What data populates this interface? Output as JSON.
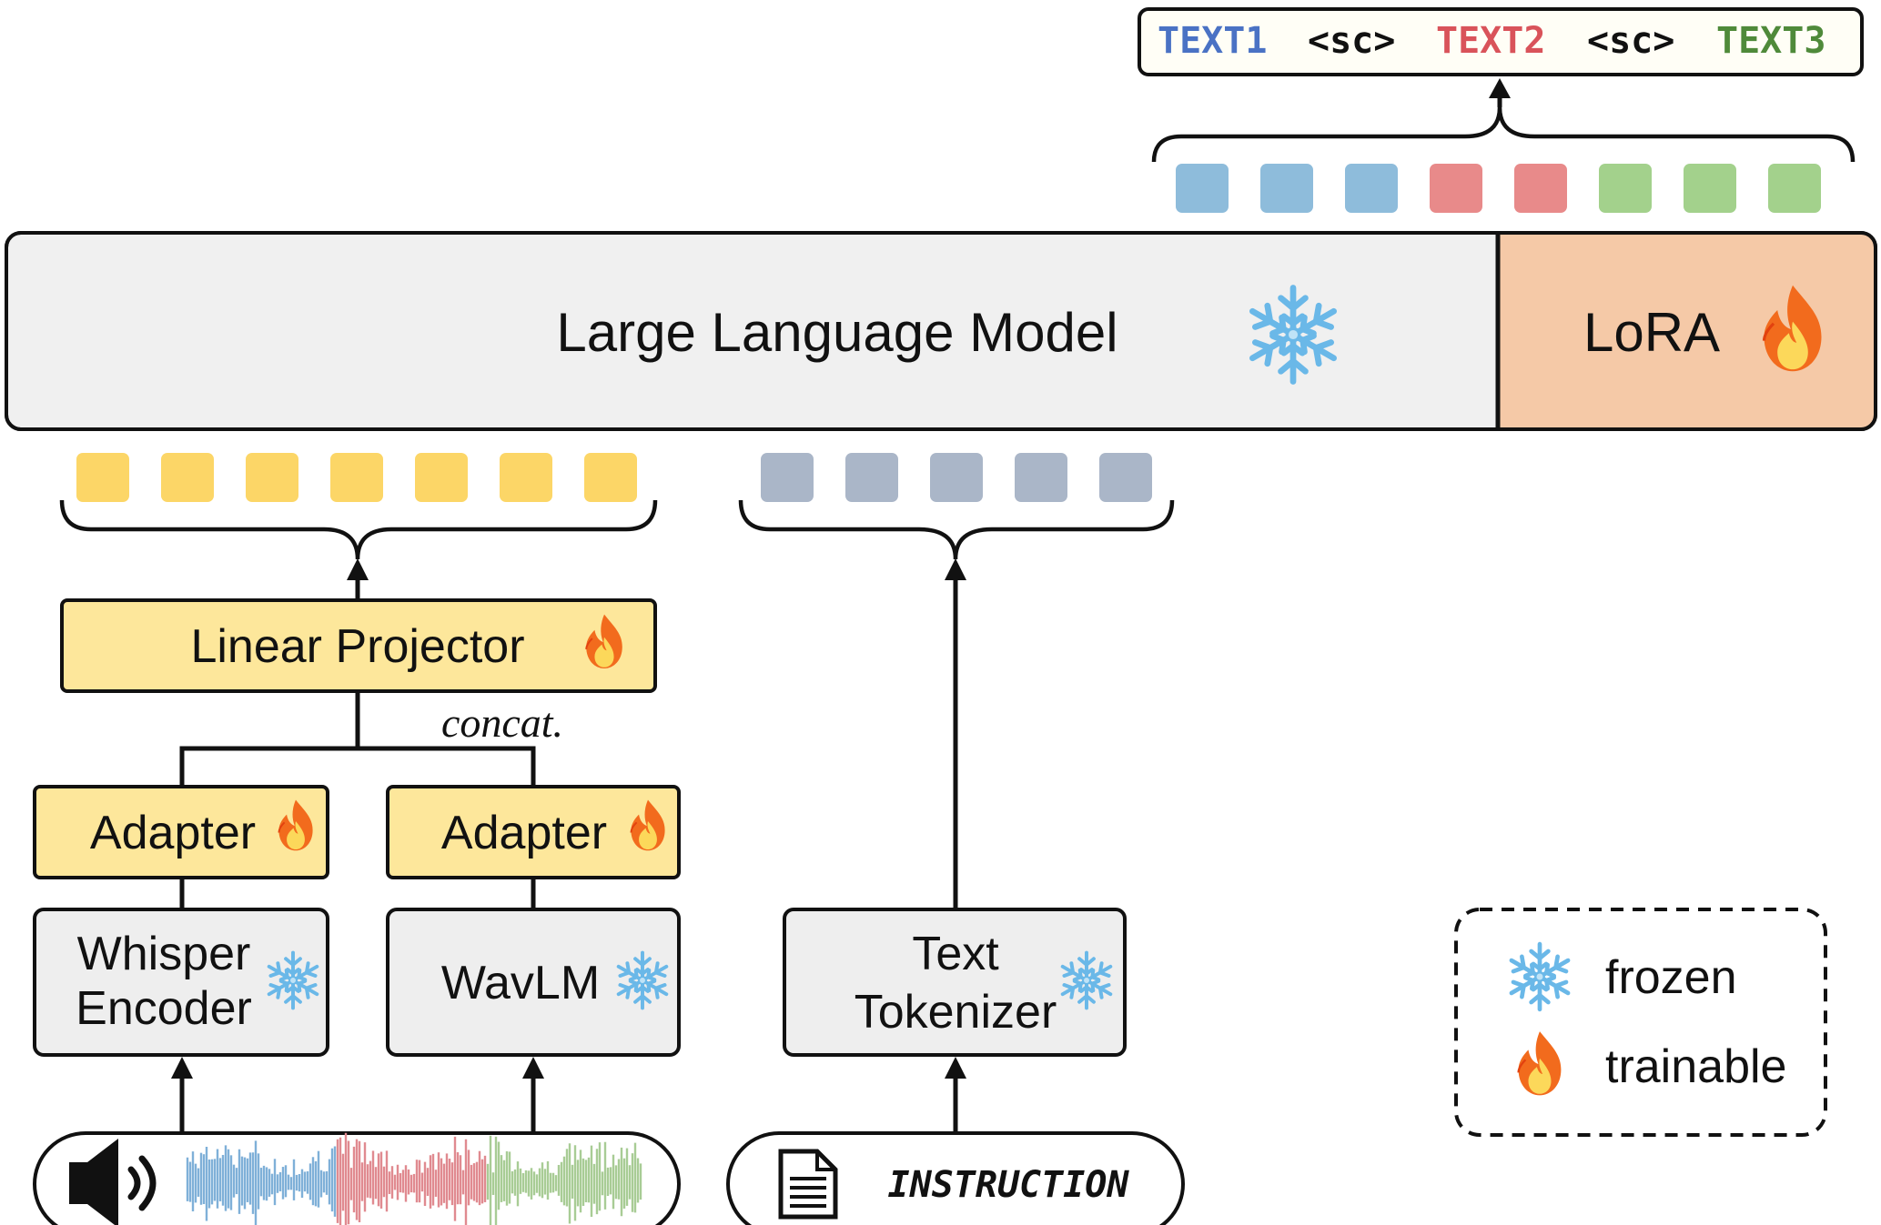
{
  "output_text": {
    "parts": [
      {
        "text": "TEXT1",
        "color": "#4a72c4"
      },
      {
        "text": "<sc>",
        "color": "#111111"
      },
      {
        "text": "TEXT2",
        "color": "#d9535a"
      },
      {
        "text": "<sc>",
        "color": "#111111"
      },
      {
        "text": "TEXT3",
        "color": "#4f8a3a"
      }
    ]
  },
  "output_tokens": [
    "#8ebcdb",
    "#8ebcdb",
    "#8ebcdb",
    "#e88a8a",
    "#e88a8a",
    "#a3d18c",
    "#a3d18c",
    "#a3d18c"
  ],
  "llm": {
    "label": "Large Language Model",
    "state": "frozen"
  },
  "lora": {
    "label": "LoRA",
    "state": "trainable"
  },
  "speech_tokens": [
    "#fcd667",
    "#fcd667",
    "#fcd667",
    "#fcd667",
    "#fcd667",
    "#fcd667",
    "#fcd667"
  ],
  "text_tokens": [
    "#aab6c8",
    "#aab6c8",
    "#aab6c8",
    "#aab6c8",
    "#aab6c8"
  ],
  "projector": {
    "label": "Linear Projector",
    "state": "trainable"
  },
  "concat_label": "concat.",
  "adapters": [
    {
      "label": "Adapter",
      "state": "trainable"
    },
    {
      "label": "Adapter",
      "state": "trainable"
    }
  ],
  "encoders": [
    {
      "line1": "Whisper",
      "line2": "Encoder",
      "state": "frozen"
    },
    {
      "label": "WavLM",
      "state": "frozen"
    }
  ],
  "tokenizer": {
    "line1": "Text",
    "line2": "Tokenizer",
    "state": "frozen"
  },
  "audio_input": {
    "icon": "speaker-icon",
    "waveform_colors": [
      "#7fb0d8",
      "#e08a90",
      "#a8cc95"
    ]
  },
  "instruction_input": {
    "icon": "document-icon",
    "label": "INSTRUCTION"
  },
  "legend": {
    "items": [
      {
        "icon": "snowflake-icon",
        "label": "frozen"
      },
      {
        "icon": "flame-icon",
        "label": "trainable"
      }
    ]
  },
  "colors": {
    "llm_fill": "#f0f0f0",
    "lora_fill": "#f5c9a7",
    "yellow_fill": "#fde79b",
    "gray_fill": "#eeeeee",
    "snowflake": "#6ab8e8",
    "flame_outer": "#f26b1d",
    "flame_inner": "#fcd85a"
  }
}
